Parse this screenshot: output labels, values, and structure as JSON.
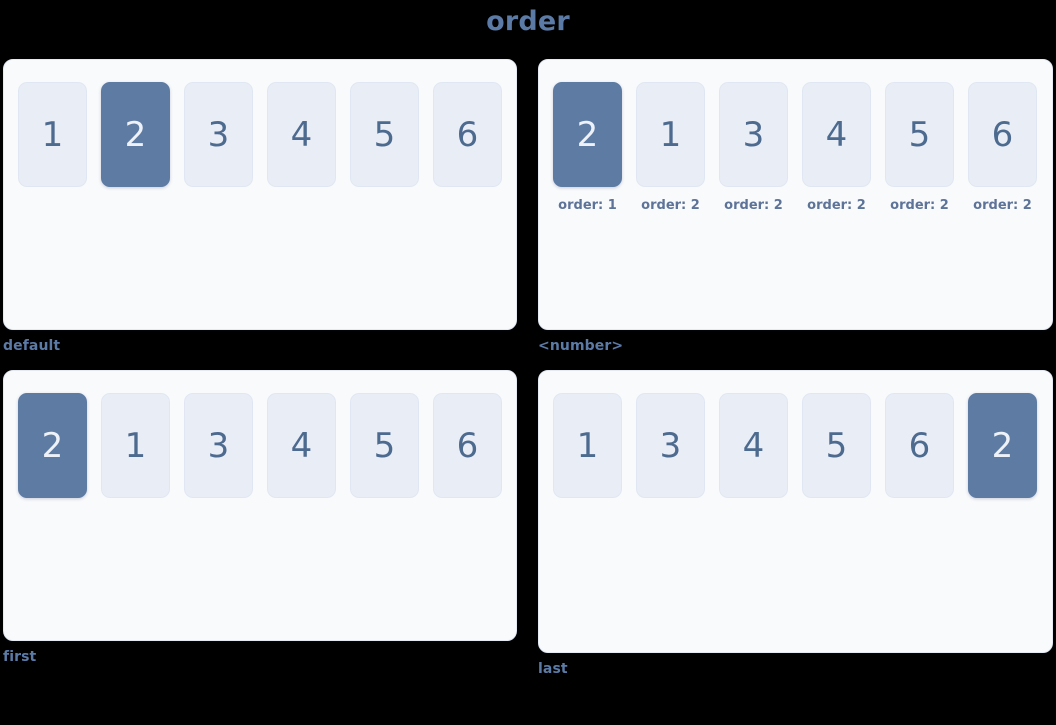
{
  "title": "order",
  "panels": [
    {
      "caption": "default",
      "items": [
        {
          "label": "1",
          "active": false,
          "order_label": ""
        },
        {
          "label": "2",
          "active": true,
          "order_label": ""
        },
        {
          "label": "3",
          "active": false,
          "order_label": ""
        },
        {
          "label": "4",
          "active": false,
          "order_label": ""
        },
        {
          "label": "5",
          "active": false,
          "order_label": ""
        },
        {
          "label": "6",
          "active": false,
          "order_label": ""
        }
      ]
    },
    {
      "caption": "<number>",
      "items": [
        {
          "label": "2",
          "active": true,
          "order_label": "order: 1"
        },
        {
          "label": "1",
          "active": false,
          "order_label": "order: 2"
        },
        {
          "label": "3",
          "active": false,
          "order_label": "order: 2"
        },
        {
          "label": "4",
          "active": false,
          "order_label": "order: 2"
        },
        {
          "label": "5",
          "active": false,
          "order_label": "order: 2"
        },
        {
          "label": "6",
          "active": false,
          "order_label": "order: 2"
        }
      ]
    },
    {
      "caption": "first",
      "items": [
        {
          "label": "2",
          "active": true,
          "order_label": ""
        },
        {
          "label": "1",
          "active": false,
          "order_label": ""
        },
        {
          "label": "3",
          "active": false,
          "order_label": ""
        },
        {
          "label": "4",
          "active": false,
          "order_label": ""
        },
        {
          "label": "5",
          "active": false,
          "order_label": ""
        },
        {
          "label": "6",
          "active": false,
          "order_label": ""
        }
      ]
    },
    {
      "caption": "last",
      "items": [
        {
          "label": "1",
          "active": false,
          "order_label": ""
        },
        {
          "label": "3",
          "active": false,
          "order_label": ""
        },
        {
          "label": "4",
          "active": false,
          "order_label": ""
        },
        {
          "label": "5",
          "active": false,
          "order_label": ""
        },
        {
          "label": "6",
          "active": false,
          "order_label": ""
        },
        {
          "label": "2",
          "active": true,
          "order_label": ""
        }
      ]
    }
  ],
  "colors": {
    "page_background": "#000000",
    "panel_background": "#f9fafc",
    "panel_border": "#e4e9f2",
    "item_background": "#e9edf6",
    "item_text": "#4d6a8f",
    "item_active_background": "#5d7ba3",
    "item_active_text": "#eef2f8",
    "title_text": "#5b7ba6",
    "caption_text": "#5b7ba6",
    "order_label_text": "#5d7398"
  }
}
